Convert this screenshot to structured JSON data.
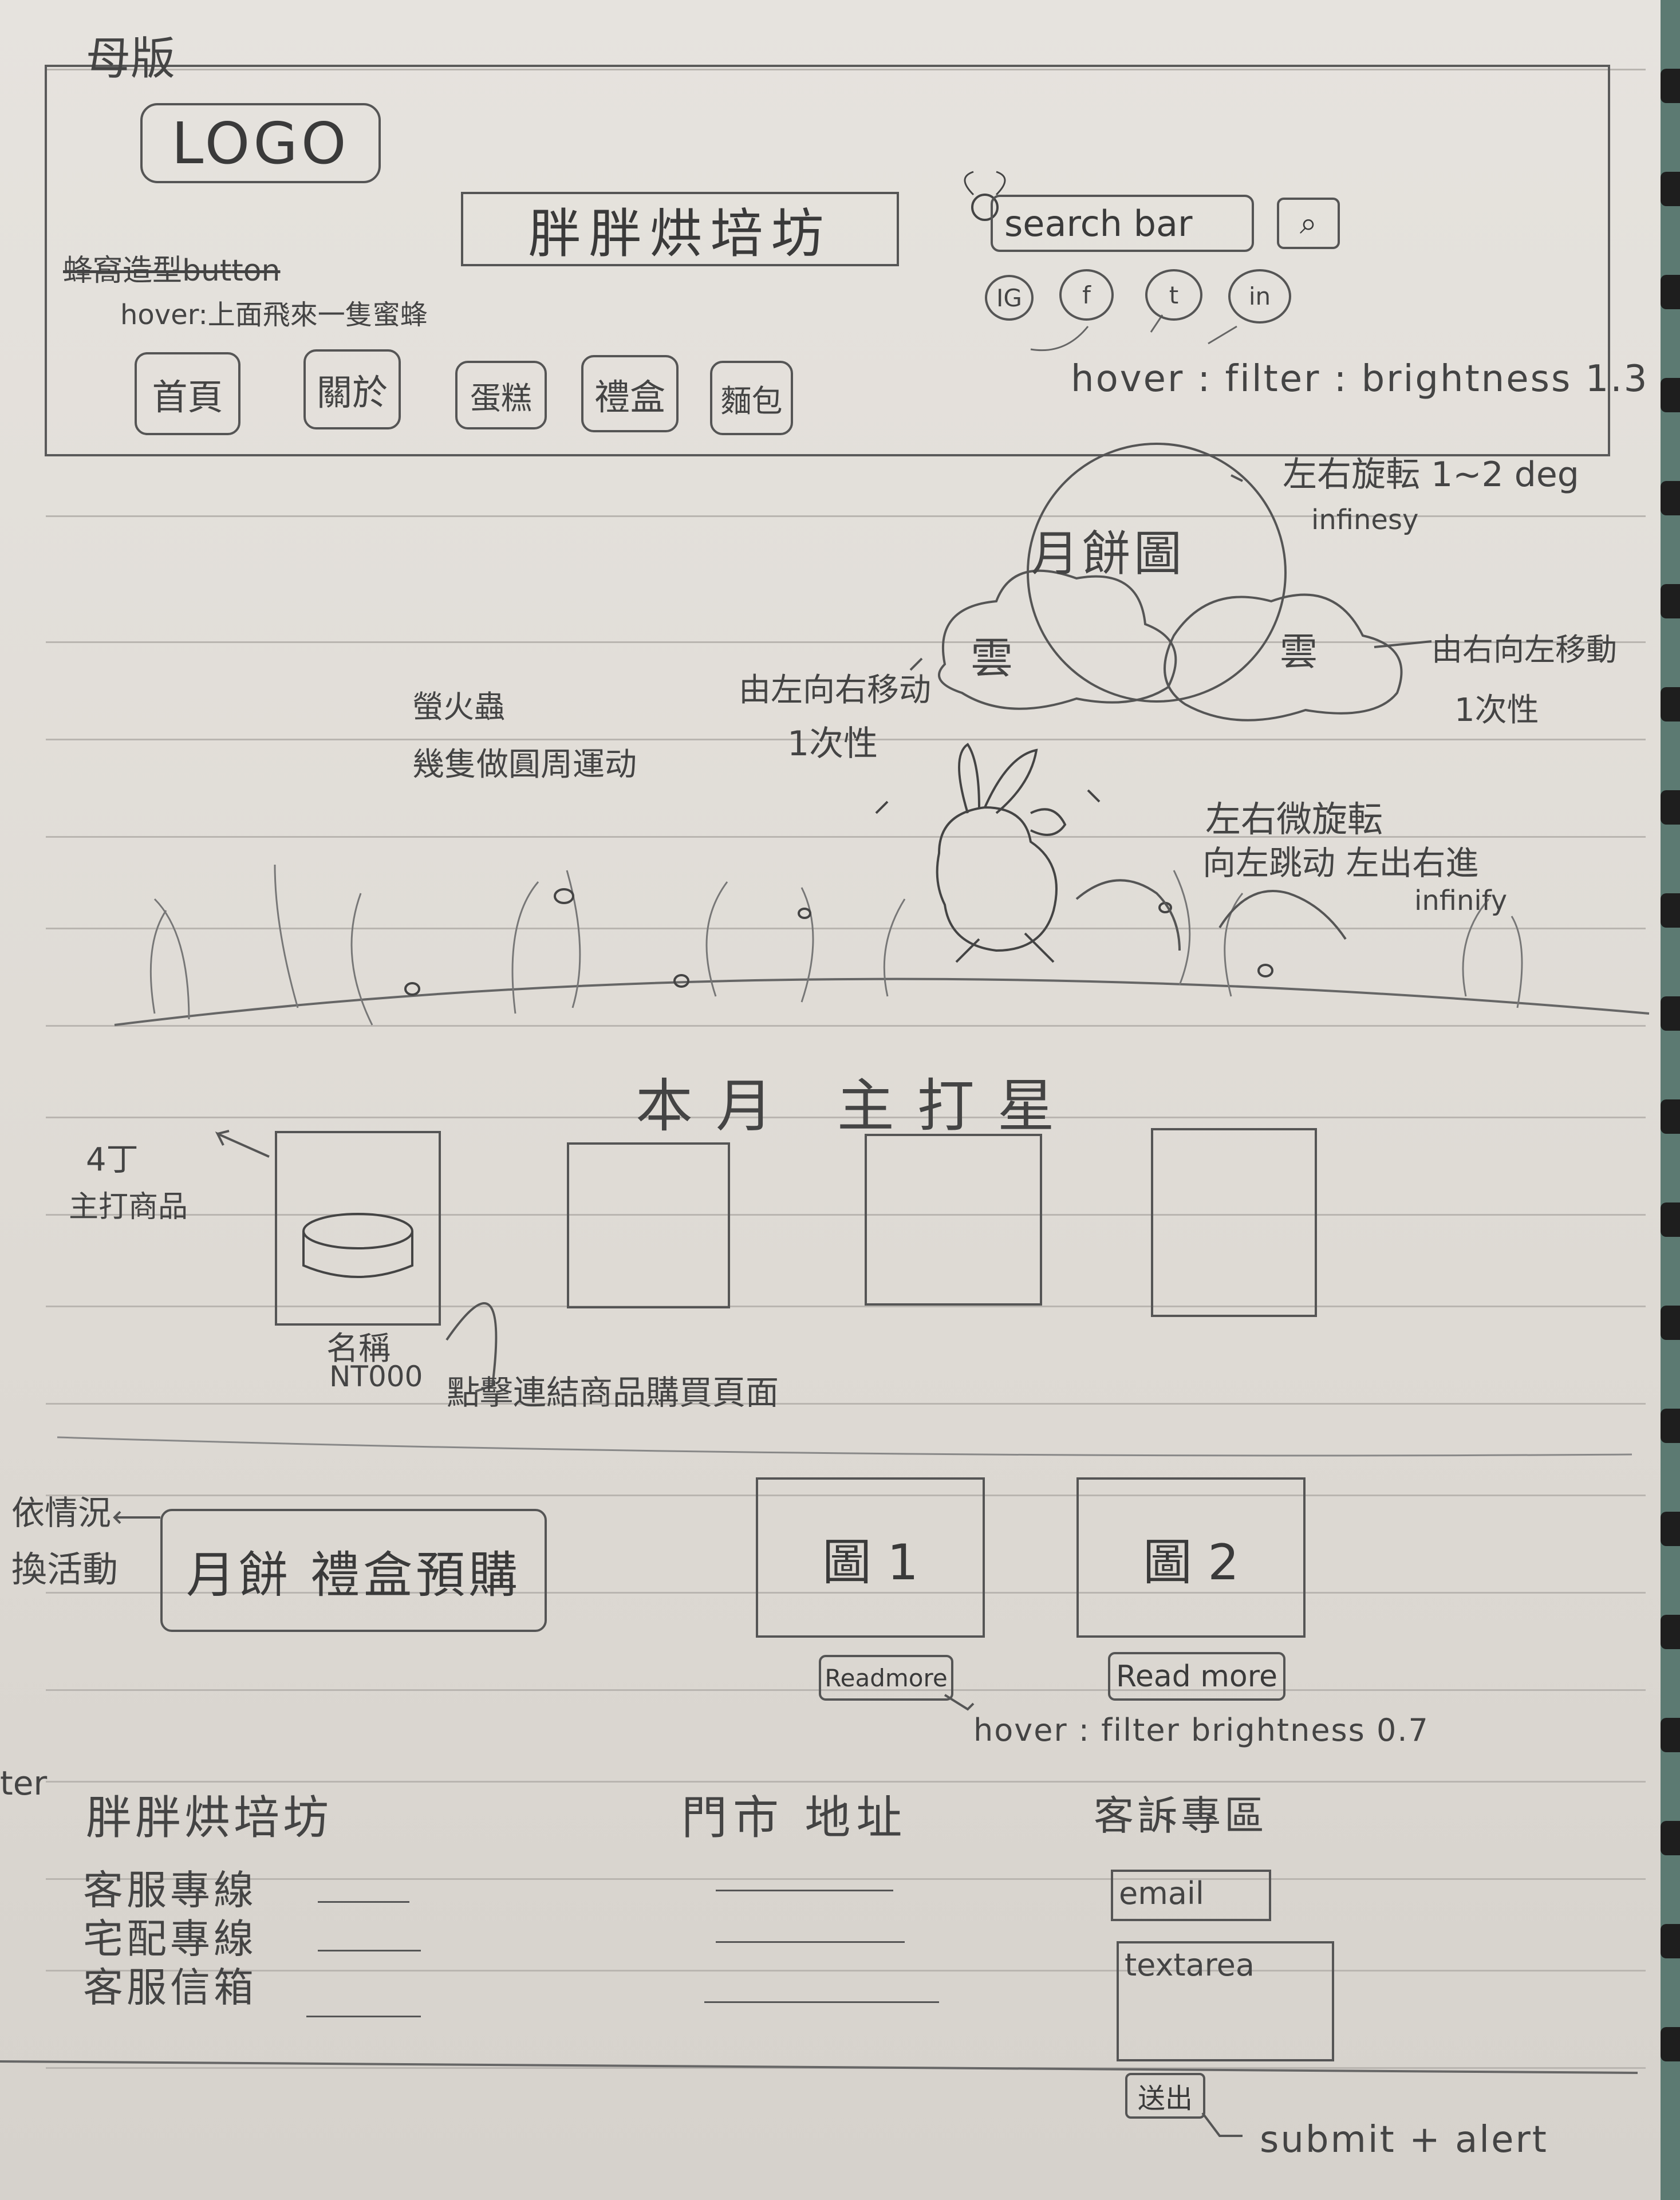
{
  "page_heading": "母版",
  "header": {
    "logo": "LOGO",
    "brand": "胖胖烘培坊",
    "search_placeholder": "search bar",
    "nav_note_strike": "蜂窩造型button",
    "nav_note_hover": "hover:上面飛來一隻蜜蜂",
    "nav": [
      "首頁",
      "關於",
      "蛋糕",
      "禮盒",
      "麵包"
    ],
    "social": [
      "IG",
      "f",
      "t",
      "in"
    ],
    "social_note": "hover : filter : brightness 1.3"
  },
  "hero": {
    "moon_label": "月餅圖",
    "moon_note_1": "左右旋転 1~2 deg",
    "moon_note_2": "infinesy",
    "cloud_label": "雲",
    "cloud_left_note_1": "由左向右移动",
    "cloud_left_note_2": "1次性",
    "cloud_right_note_1": "由右向左移動",
    "cloud_right_note_2": "1次性",
    "firefly_note_1": "螢火蟲",
    "firefly_note_2": "幾隻做圓周運动",
    "rabbit_note_1": "左右微旋転",
    "rabbit_note_2": "向左跳动 左出右進",
    "rabbit_note_3": "infinify"
  },
  "featured": {
    "title": "本月 主打星",
    "side_note_1": "4丁",
    "side_note_2": "主打商品",
    "name_label": "名稱",
    "price_label": "NT000",
    "link_note": "點擊連結商品購買頁面"
  },
  "promo": {
    "side_note_1": "依情況",
    "side_note_2": "換活動",
    "banner": "月餅 禮盒預購",
    "image1": "圖 1",
    "image2": "圖 2",
    "read_more_1": "Readmore",
    "read_more_2": "Read more",
    "hover_note": "hover : filter brightness 0.7"
  },
  "footer": {
    "side_label": "ter",
    "brand": "胖胖烘培坊",
    "lines": [
      "客服專線",
      "宅配專線",
      "客服信箱"
    ],
    "address_title": "門市 地址",
    "complaint_title": "客訴專區",
    "email_label": "email",
    "textarea_label": "textarea",
    "submit": "送出",
    "submit_note": "submit + alert"
  }
}
